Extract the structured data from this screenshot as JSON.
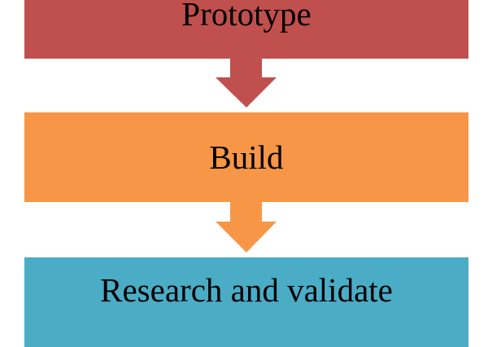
{
  "steps": [
    {
      "label": "Prototype",
      "color": "#c0504d"
    },
    {
      "label": "Build",
      "color": "#f79646"
    },
    {
      "label": "Research and validate",
      "color": "#4bacc6"
    }
  ]
}
